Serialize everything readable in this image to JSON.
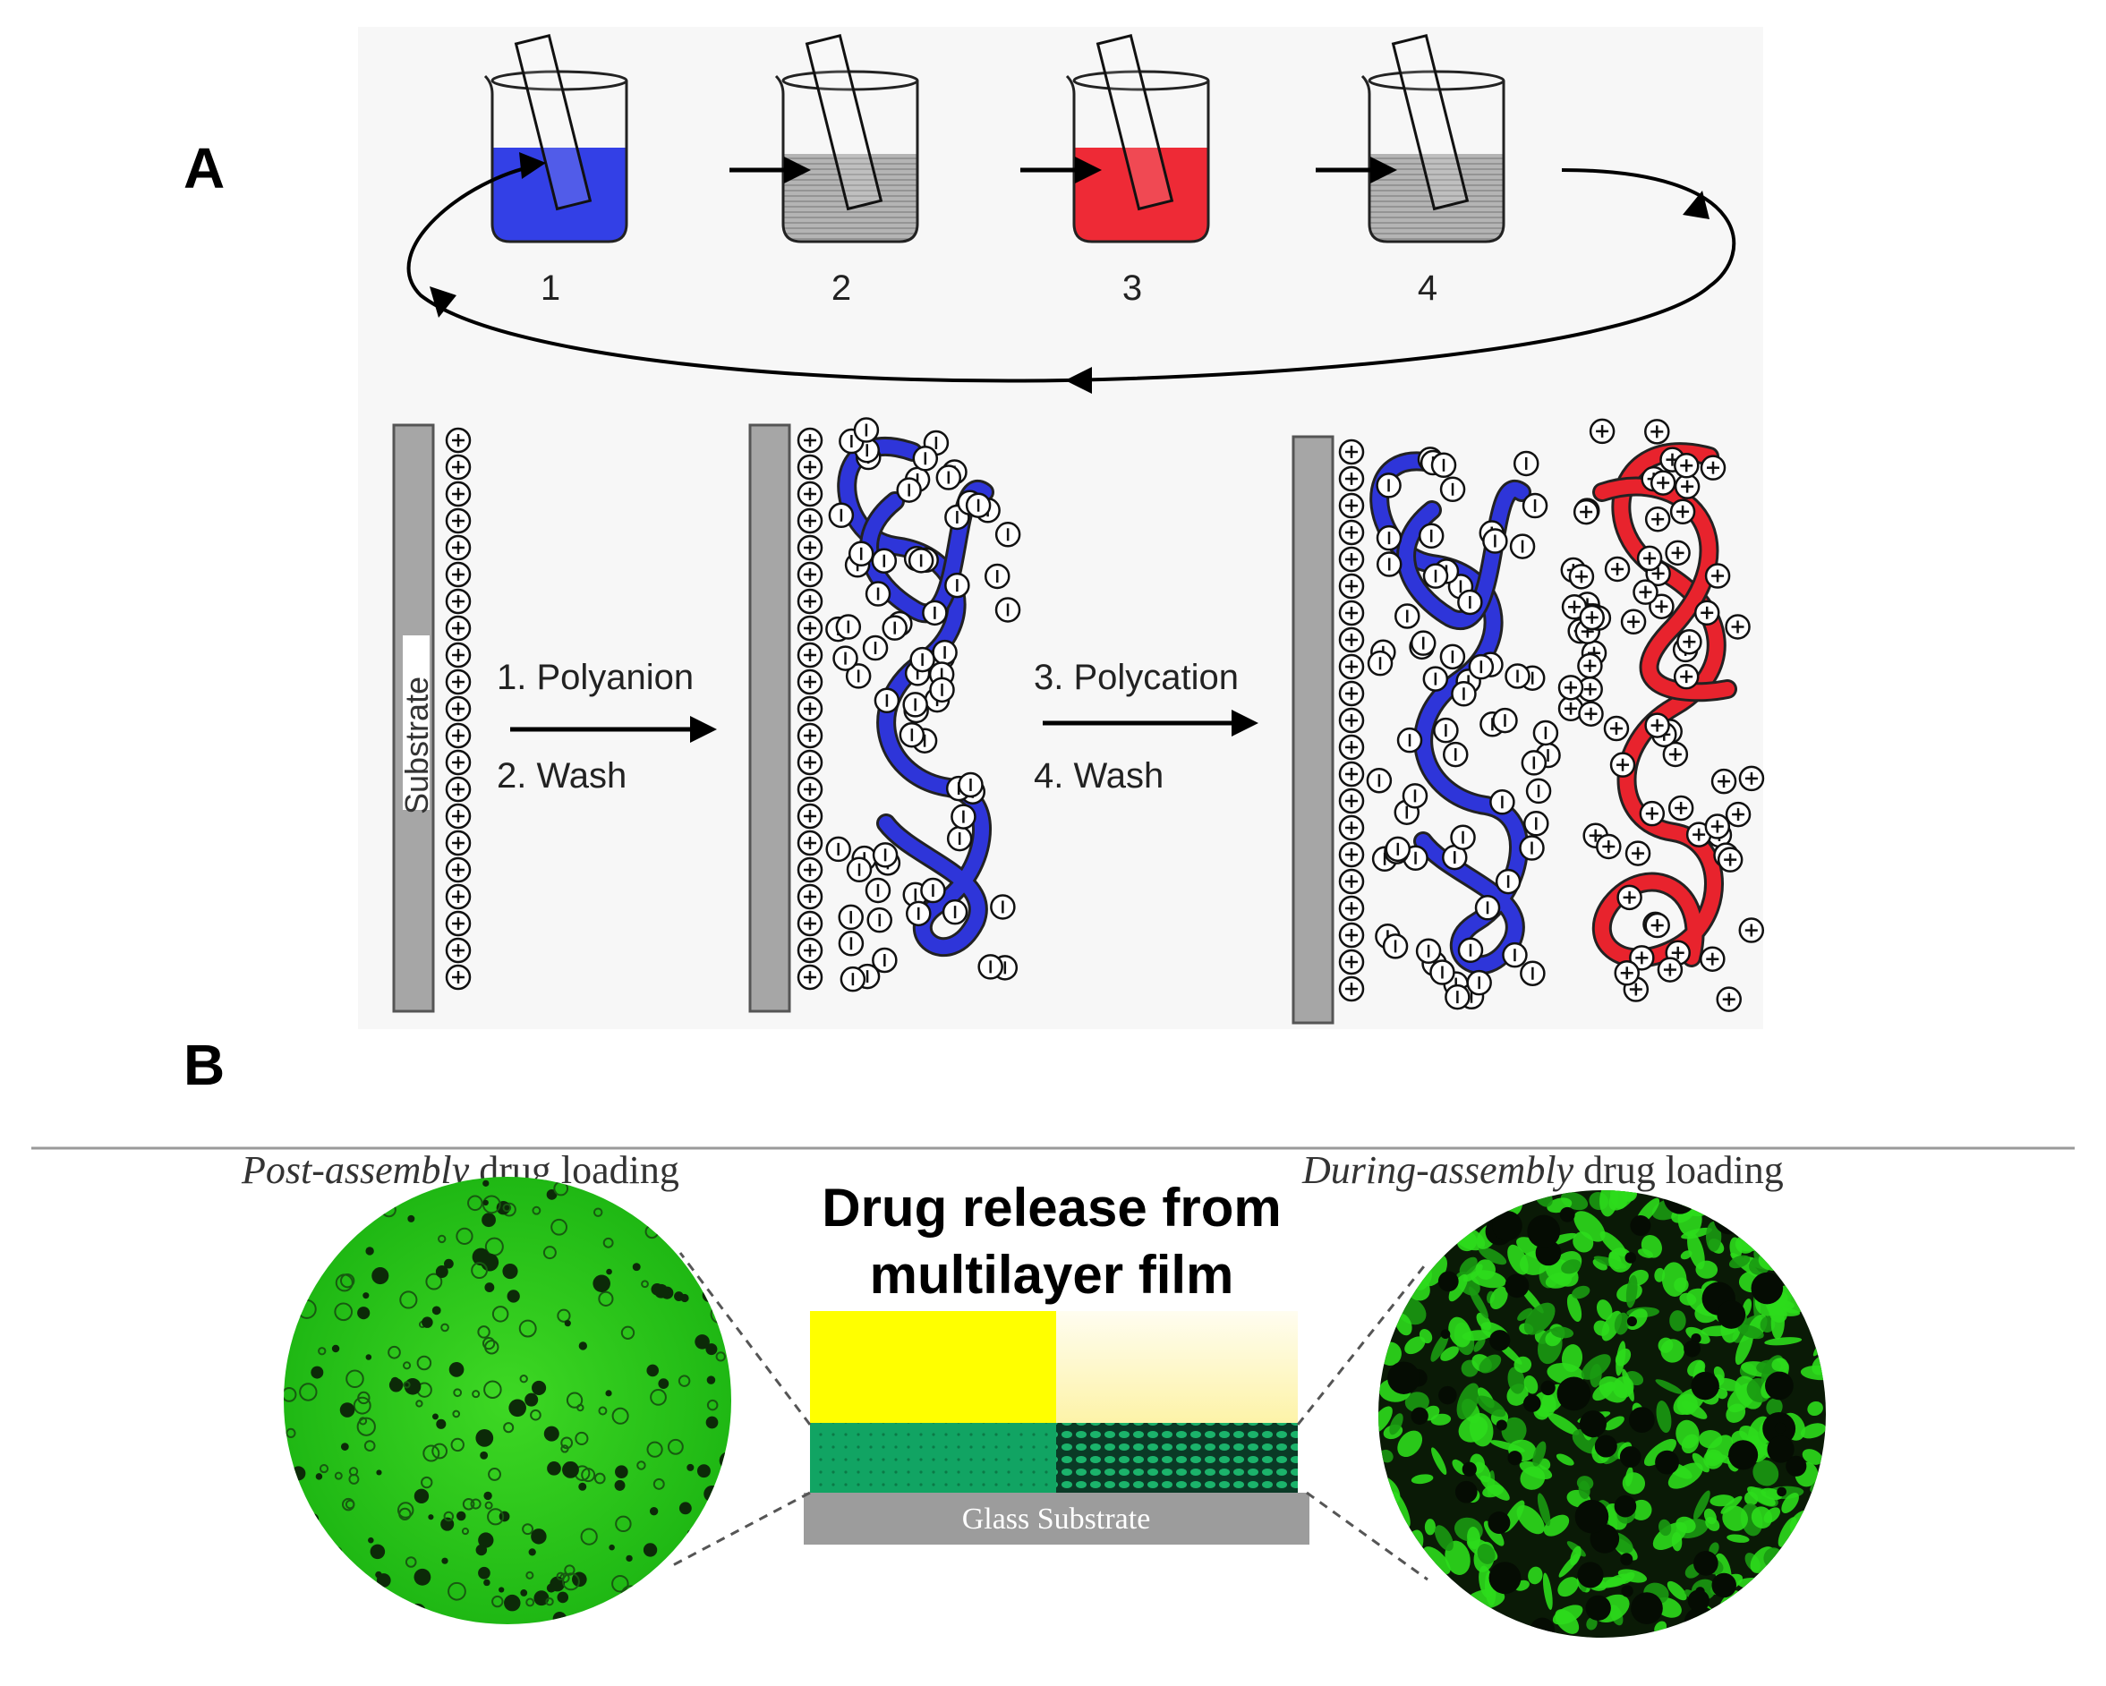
{
  "panel_a": {
    "letter": "A",
    "beakers": [
      {
        "number": "1",
        "liquid_color": "#3340e6"
      },
      {
        "number": "2",
        "liquid_color": "#9a9a9a"
      },
      {
        "number": "3",
        "liquid_color": "#ee2a36"
      },
      {
        "number": "4",
        "liquid_color": "#9a9a9a"
      }
    ],
    "substrate_label": "Substrate",
    "step1_label": "1. Polyanion",
    "step2_label": "2. Wash",
    "step3_label": "3. Polycation",
    "step4_label": "4. Wash"
  },
  "panel_b": {
    "letter": "B",
    "left_caption_italic": "Post-assembly",
    "left_caption_rest": " drug loading",
    "right_caption_italic": "During-assembly",
    "right_caption_rest": " drug loading",
    "title_line1": "Drug release from",
    "title_line2": "multilayer film",
    "glass_label": "Glass Substrate"
  },
  "colors": {
    "polyanion": "#2e35d9",
    "polycation": "#e8232d",
    "yellow_layer": "#ffff00",
    "film_layer": "#0f9a5c",
    "substrate_gray": "#9c9c9c",
    "fluorescence_green": "#2fd11f"
  },
  "icons": {
    "plus_ion": "plus-ion-icon",
    "minus_ion": "minus-ion-icon",
    "beaker": "beaker-icon",
    "arrow": "arrow-icon"
  }
}
